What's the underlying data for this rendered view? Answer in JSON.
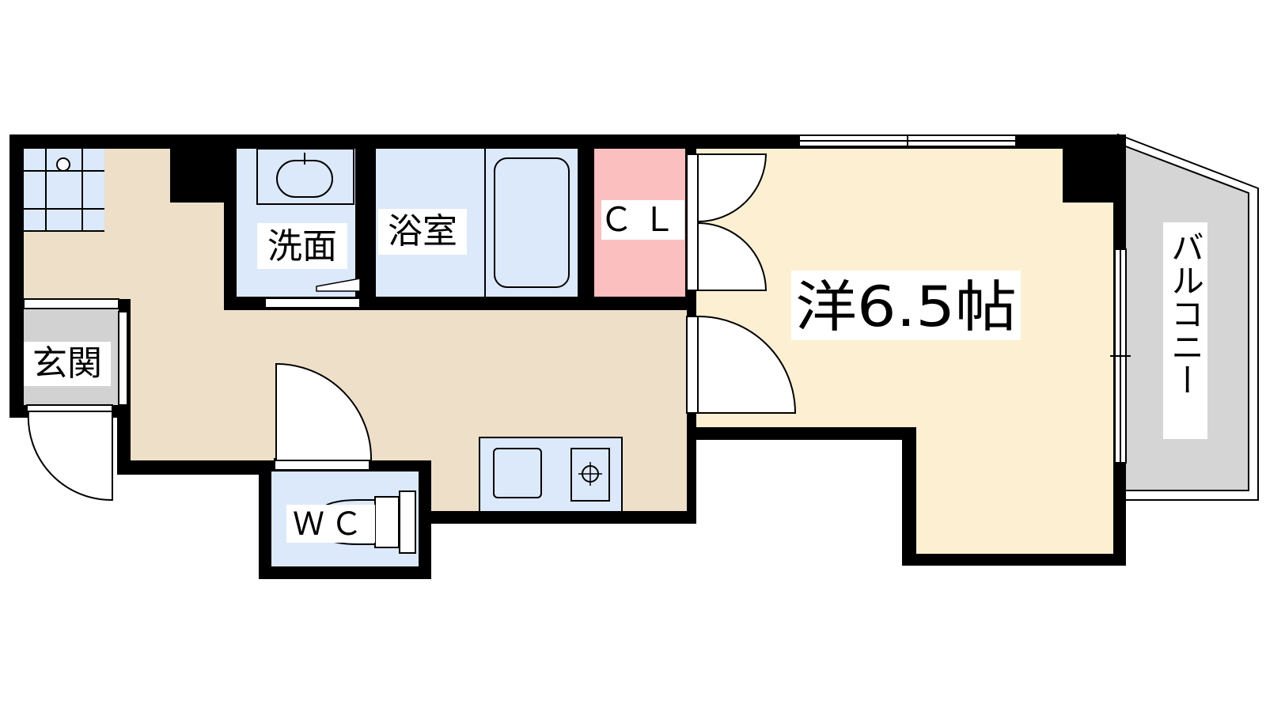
{
  "rooms": {
    "western_room": "洋6.5帖",
    "balcony": "バルコニー",
    "bathroom": "浴室",
    "washroom": "洗面",
    "closet": "ＣＬ",
    "entrance": "玄関",
    "toilet": "ＷＣ"
  },
  "colors": {
    "wall": "#000000",
    "western_room": "#fdf0d2",
    "kitchen_corridor": "#eedfc8",
    "wet_area": "#dbe9fb",
    "closet": "#fcbfc0",
    "entrance": "#d2d2d2",
    "balcony": "#d5d5d5"
  }
}
